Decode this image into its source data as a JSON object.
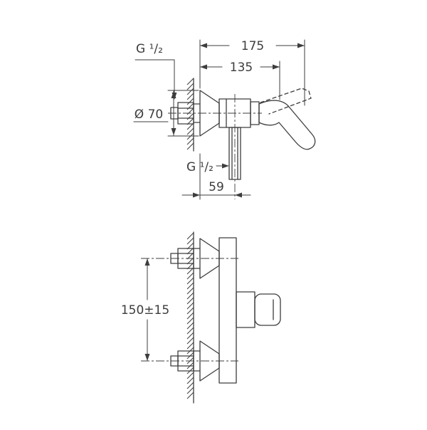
{
  "drawing": {
    "line_color": "#3d3d3d",
    "background_color": "#ffffff",
    "side": {
      "inlet_thread": "G ¹/₂",
      "total_depth": "175",
      "depth_to_lever": "135",
      "escutcheon_diameter": "Ø 70",
      "outlet_thread": "G ¹/₂",
      "outlet_offset": "59"
    },
    "front": {
      "connection_distance": "150±15"
    }
  }
}
